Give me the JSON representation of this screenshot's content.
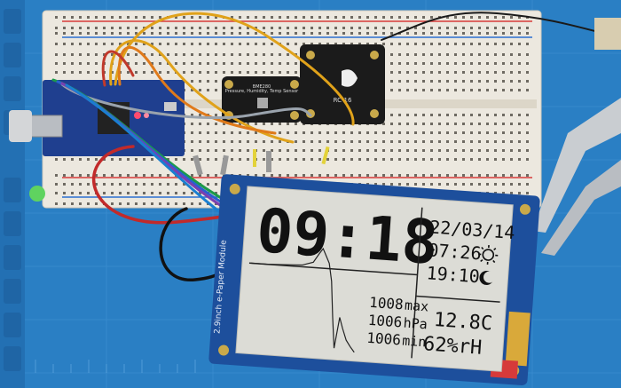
{
  "epaper": {
    "board_label": "2.9inch e-Paper Module",
    "time": "09:18",
    "date": "22/03/14",
    "sunrise": "07:26",
    "sunset": "19:10",
    "pressure_max": "1008",
    "pressure_now": "1006",
    "pressure_min": "1006",
    "label_max": "max",
    "label_unit": "hPa",
    "label_min": "min",
    "temperature": "12.8C",
    "humidity": "62%rH"
  },
  "sensor": {
    "board_label": "Pressure, Humidity, Temp Sensor",
    "header_label": "BME280"
  },
  "rtc": {
    "module_label": "RC-16"
  },
  "colors": {
    "mat": "#2a7fc4",
    "breadboard": "#ece8df",
    "epaper_screen": "#dcdcd6",
    "epaper_board": "#1d4f9c",
    "arduino": "#1f3f8f",
    "sensor_board": "#1a1a1a"
  }
}
